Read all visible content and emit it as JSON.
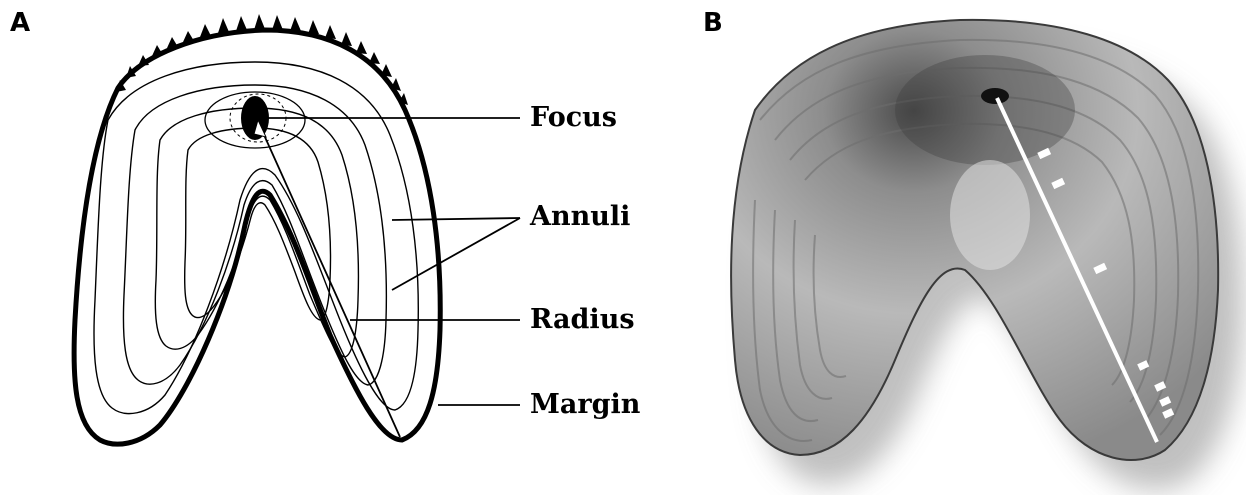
{
  "panels": [
    {
      "letter": "A"
    },
    {
      "letter": "B"
    }
  ],
  "callouts": {
    "focus": "Focus",
    "annuli": "Annuli",
    "radius": "Radius",
    "margin": "Margin"
  },
  "colors": {
    "ink": "#000000",
    "scale_light": "#c9c9c9",
    "scale_mid": "#9a9a9a",
    "scale_dark": "#555555",
    "shadow": "#b5b5b5"
  }
}
